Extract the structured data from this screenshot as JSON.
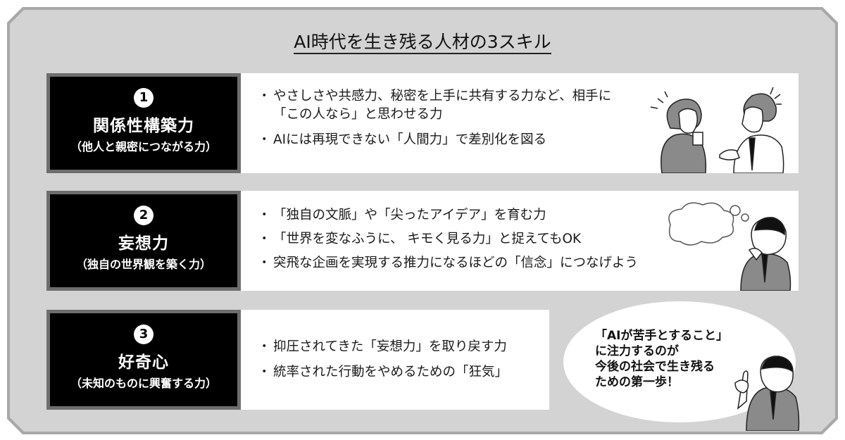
{
  "title": "AI時代を生き残る人材の3スキル",
  "skills": [
    {
      "number": "1",
      "name": "関係性構築力",
      "subtitle": "（他人と親密につながる力）",
      "bullets": [
        "やさしさや共感力、秘密を上手に共有する力など、相手に「この人なら」と思わせる力",
        "AIには再現できない「人間力」で差別化を図る"
      ],
      "illustration": "woman-and-man-talking"
    },
    {
      "number": "2",
      "name": "妄想力",
      "subtitle": "（独自の世界観を築く力）",
      "bullets": [
        "「独自の文脈」や「尖ったアイデア」を育む力",
        "「世界を変なふうに、 キモく見る力」と捉えてもOK",
        "突飛な企画を実現する推力になるほどの「信念」につなげよう"
      ],
      "illustration": "man-thinking-with-thought-bubble"
    },
    {
      "number": "3",
      "name": "好奇心",
      "subtitle": "（未知のものに興奮する力）",
      "bullets": [
        "抑圧されてきた「妄想力」を取り戻す力",
        "統率された行動をやめるための「狂気」"
      ],
      "illustration": "man-pointing-up"
    }
  ],
  "callout": {
    "lines": [
      "「AIが苦手とすること」",
      "に注力するのが",
      "今後の社会で生き残る",
      "ための第一歩！"
    ]
  },
  "colors": {
    "panel": "#d3d3d3",
    "panel_border": "#a8a8a8",
    "label_bg": "#000000",
    "label_border": "#6e6e6e",
    "content_bg": "#ffffff"
  }
}
